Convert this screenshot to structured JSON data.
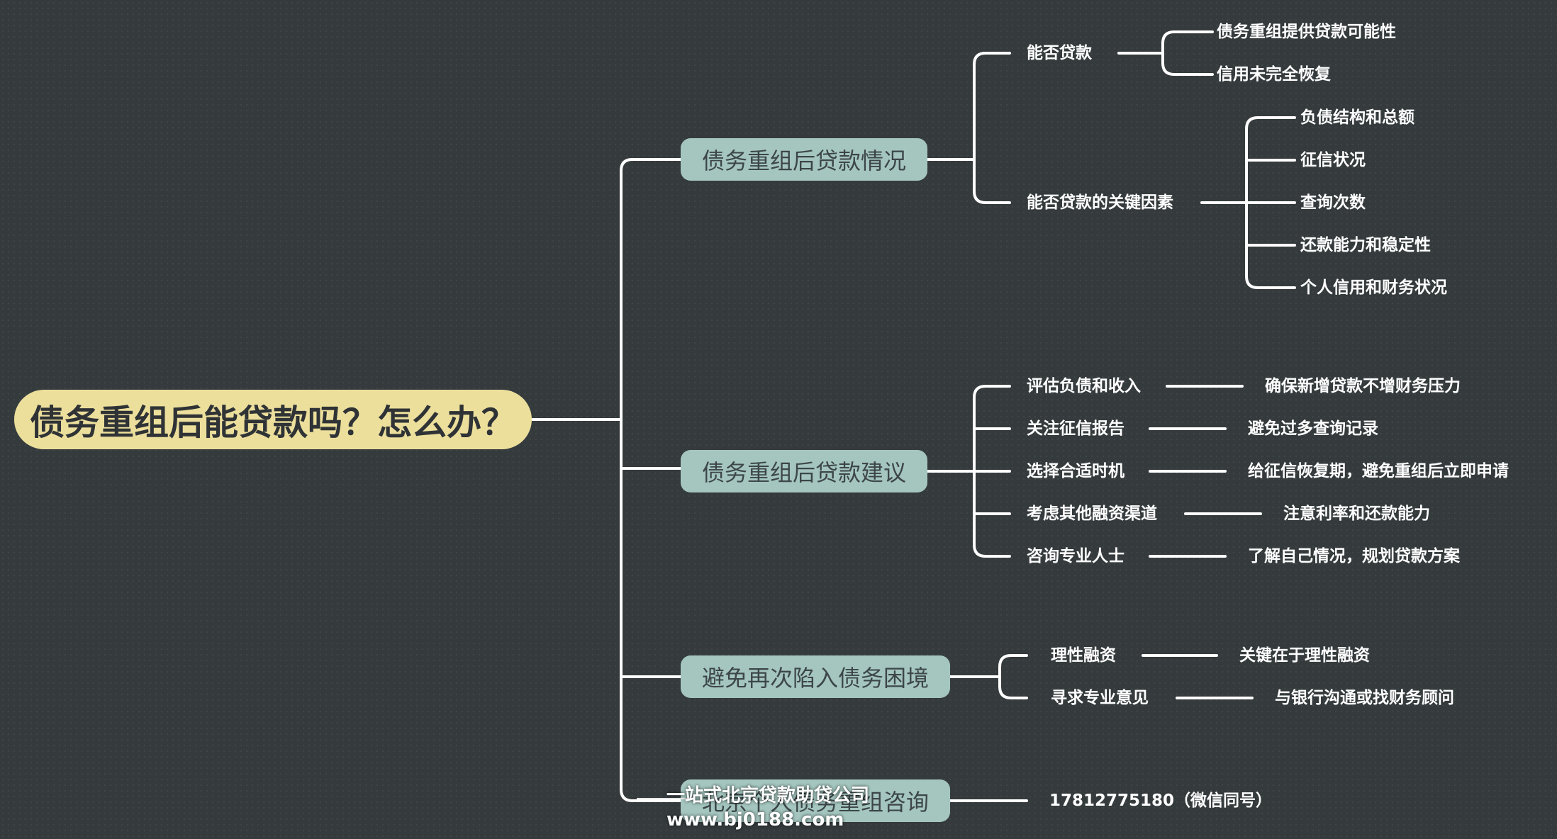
{
  "root": {
    "title": "债务重组后能贷款吗？怎么办？"
  },
  "branches": [
    {
      "label": "债务重组后贷款情况",
      "children": [
        {
          "label": "能否贷款",
          "children": [
            "债务重组提供贷款可能性",
            "信用未完全恢复"
          ]
        },
        {
          "label": "能否贷款的关键因素",
          "children": [
            "负债结构和总额",
            "征信状况",
            "查询次数",
            "还款能力和稳定性",
            "个人信用和财务状况"
          ]
        }
      ]
    },
    {
      "label": "债务重组后贷款建议",
      "children": [
        {
          "label": "评估负债和收入",
          "children": [
            "确保新增贷款不增财务压力"
          ]
        },
        {
          "label": "关注征信报告",
          "children": [
            "避免过多查询记录"
          ]
        },
        {
          "label": "选择合适时机",
          "children": [
            "给征信恢复期，避免重组后立即申请"
          ]
        },
        {
          "label": "考虑其他融资渠道",
          "children": [
            "注意利率和还款能力"
          ]
        },
        {
          "label": "咨询专业人士",
          "children": [
            "了解自己情况，规划贷款方案"
          ]
        }
      ]
    },
    {
      "label": "避免再次陷入债务困境",
      "children": [
        {
          "label": "理性融资",
          "children": [
            "关键在于理性融资"
          ]
        },
        {
          "label": "寻求专业意见",
          "children": [
            "与银行沟通或找财务顾问"
          ]
        }
      ]
    },
    {
      "label": "北京个人债务重组咨询",
      "children": [
        {
          "label": "17812775180（微信同号）"
        }
      ]
    }
  ],
  "watermark": {
    "line1": "一站式北京贷款助贷公司",
    "line2": "www.bj0188.com"
  },
  "colors": {
    "background": "#353b3d",
    "root": "#ecdf9c",
    "branch": "#a4c6bf",
    "line": "#ffffff"
  }
}
